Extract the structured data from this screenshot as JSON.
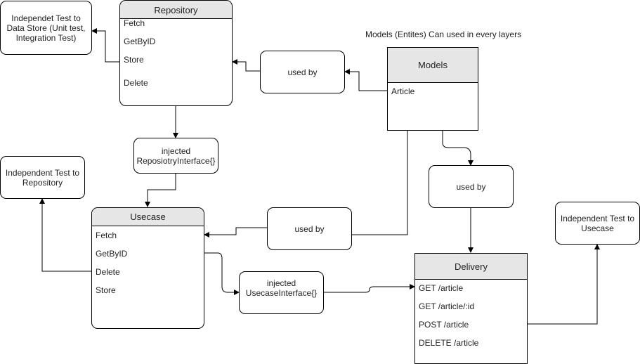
{
  "caption": "Models (Entites) Can used in every layers",
  "notes": {
    "repo_test": "Independet Test  to Data Store (Unit test, Integration Test)",
    "repo_inject": "injected ReposiotryInterface{}",
    "usecase_inject": "injected UsecaseInterface{}",
    "repo_test2": "Independent Test to Repository",
    "usecase_test": "Independent Test to Usecase",
    "used_by_repo": "used by",
    "used_by_usecase": "used by",
    "used_by_delivery": "used by"
  },
  "repository": {
    "title": "Repository",
    "items": [
      "Fetch",
      "GetByID",
      "Store",
      "Delete"
    ]
  },
  "models": {
    "title": "Models",
    "items": [
      "Article"
    ]
  },
  "usecase": {
    "title": "Usecase",
    "items": [
      "Fetch",
      "GetByID",
      "Delete",
      "Store"
    ]
  },
  "delivery": {
    "title": "Delivery",
    "items": [
      "GET /article",
      "GET /article/:id",
      "POST /article",
      "DELETE /article"
    ]
  }
}
